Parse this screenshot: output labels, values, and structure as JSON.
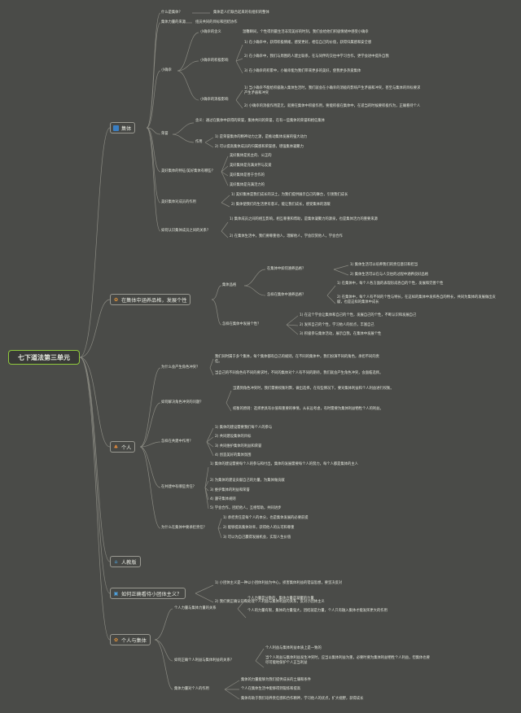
{
  "root": "七下道法第三单元",
  "topics": {
    "collective": "集体",
    "collective_icon": "group-icon",
    "cultivate": "在集体中涵养品格，发展个性",
    "cultivate_icon": "growth-icon",
    "individual": "个人",
    "individual_icon": "person-icon",
    "teach": "人教版",
    "teach_icon": "book-icon",
    "small_group": "如何正确看待小团体主义？",
    "small_group_icon": "users-icon",
    "ind_col": "个人与集体",
    "ind_col_icon": "link-icon"
  },
  "c": {
    "what_q": "什么是集体？",
    "what_a": "集体是人们联合起来的有组织的整体",
    "power_q": "集体力量的来源",
    "power_a": "组员共同的目标和团结协作",
    "xiaoyu": "小确幸",
    "x1": "小确幸的含义",
    "x1a": "温馨瞬间，个性得到最生活非常美好的时刻，我们会给他们积极情绪中感受小确幸",
    "x2": "小确幸的积极影响",
    "x2a": "1) 在小确幸中，获得积极情绪，感受更好，相信自己的价值，获得归属感和安全感",
    "x2b": "2) 在小确幸中，我们与周围的人建立联系，在与同伴的交往中学习合作，更学会进中提升自我",
    "x2c": "3) 在小确幸的积累中，小确幸能为我们带来更多的美好，使我更多热爱集体",
    "x3": "小确幸的消极影响",
    "x3a": "1) 当小确幸不能给积极融入集体生活时，我们就会在小确幸的消极的影响产生矛盾和冲突，甚至与集体的目标要求产生矛盾和冲突",
    "x3b": "2) 小确幸的消极作用是无，就要在集体中积极作用，要能积极在集体中，在适当的时候要积极作为，正确看待个人",
    "rongyu": "荣誉",
    "rong_a": "含义：通过在集体中获得的荣誉，集体共同的荣誉，在有一些集体的荣誉和相信集体",
    "zuoyong": "作用",
    "z1": "1) 是荣誉集体的精神动力之源，是推动集体发展的强大动力",
    "z2": "2) 可以提高集体成员的归属感和荣誉感，增强集体凝聚力",
    "mh": "美好集体的特征/美好集体有哪些？",
    "mh1": "美好集体是民主的、公正的",
    "mh2": "美好集体是充满关怀与友爱",
    "mh3": "美好集体是善于合作的",
    "mh4": "美好集体是充满活力的",
    "mhz": "美好集体对成员的作用",
    "mhz1": "1) 美好集体是我们成长的沃土，为我们提供展示自己的舞台，引领我们成长",
    "mhz2": "2) 集体使我们的生活更有意义，能让我们成长，感受集体的温暖",
    "ru": "如何认识集体成员之间的关系？",
    "ru1": "1) 集体成员之间的相互影响，相互尊重和帮助，是集体凝聚力的源泉，也是集体活力的重要来源",
    "ru2": "2) 在集体生活中，我们要尊重他人，理解他人，学会欣赏他人，学会合作"
  },
  "cu": {
    "pinge": "集体品格",
    "p1": "在集体中如何涵养品格？",
    "p1a": "1) 集体生活可以培养我们的责任意识和担当",
    "p1b": "2) 集体生活可以在与人交往的过程中涵养良好品格",
    "p2": "怎样在集体中涵养品格？",
    "p2a": "1) 在集体中，每个人各方面的表现形成各自的个性，发展和完善个性",
    "p2b": "2) 在集体中，每个人有不同的个性与特长，在这样的集体中发挥各自的特长，共同为集体的发展做出贡献，也是这样的集体中成长",
    "gx": "怎样在集体中发展个性？",
    "gx1": "1) 在这个学会让集体和自己的个性，发展自己的个性，不断认识和发展自己",
    "gx2": "2) 发挥自己的个性，学习他人的优点，丰富自己",
    "gx3": "3) 积极参与集体活动，展示自我，在集体中发展个性"
  },
  "in": {
    "r1": "为什么会产生角色冲突？",
    "r1a": "我们同时属于多个集体，每个集体都有自己的规则，在不同的集体中，我们扮演不同的角色，承担不同的责任。",
    "r1b": "当自己的不同角色有不同的要求时，不同的集体对个人有不同的期待，我们就会产生角色冲突，会面临选择。",
    "r2": "如何解决角色冲突的问题？",
    "r2a": "当遇到角色冲突时，我们需要权衡利弊，做出选择，在有些情况下，要对集体利益和个人利益进行权衡。",
    "r2b": "权衡的原则：选择更具有价值和重要的事情，从长远考虑，有时需要为集体利益牺牲个人的利益。",
    "g1": "怎样在共建中作用？",
    "g1a": "1) 集体的建设需要我们每个人的参与",
    "g1b": "2) 共同建设集体的目标",
    "g1c": "3) 共同维护集体的利益和荣誉",
    "g1d": "4) 创造美好的集体氛围",
    "g2": "在共建中有哪些责任？",
    "g2a": "1) 集体的建设需要每个人的参与和付出，集体的发展需要每个人的努力，每个人都是集体的主人",
    "g2b": "2) 为集体的建设贡献自己的力量，为集体做贡献",
    "g2c": "3) 维护集体的利益和荣誉",
    "g2d": "4) 遵守集体规则",
    "g2e": "5) 学会合作，团结他人，互相帮助，共同进步",
    "g3": "为什么在集体中要承担责任？",
    "g3a": "1) 承担责任是每个人的本分，也是集体发展的必要前提",
    "g3b": "2) 能够提高集体效率，获得他人的认可和尊重",
    "g3c": "3) 可以为自己赢得发展机会，实现人生价值"
  },
  "sg": {
    "a1": "1) 小团体主义是一种以小团体利益为中心，损害集体利益的错误思想，要坚决反对",
    "a2": "2) 我们要正确认识和处理个人利益与集体利益的关系，反对小团体主义"
  },
  "ic": {
    "h1": "个人力量与集体力量的关系",
    "h1a": "个人力量是分散的，集体力量是凝聚的力量",
    "h1b": "个人的力量有限，集体的力量强大，团结就是力量，个人只有融入集体才能发挥更大的作用",
    "h2": "如何正确个人利益与集体利益的关系？",
    "h2a": "个人利益与集体利益本质上是一致的",
    "h2b": "当个人利益与集体利益发生冲突时，应当以集体利益为重，必要时要为集体利益牺牲个人利益，但集体也要尽可能地保护个人正当利益",
    "h3": "集体力量对个人的作用",
    "h3a": "集体的力量能够为我们提供成长的土壤和条件",
    "h3b": "个人在集体生活中能够得到锻炼和提高",
    "h3c": "集体有助于我们培养责任感和合作精神，学习他人的优点，扩大视野，获得成长"
  }
}
